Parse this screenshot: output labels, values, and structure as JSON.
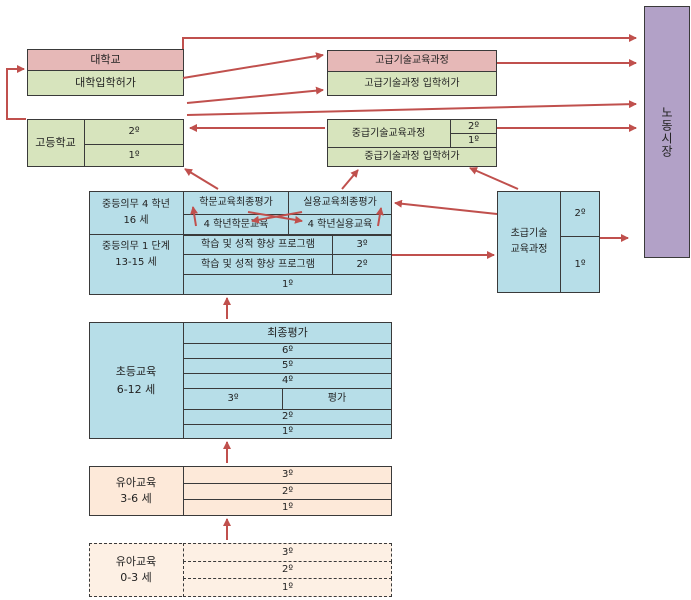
{
  "university": {
    "title": "대학교",
    "admission": "대학입학허가"
  },
  "higher_technical": {
    "title": "고급기술교육과정",
    "admission": "고급기술과정 입학허가"
  },
  "high_school": {
    "title": "고등학교",
    "grade2": "2º",
    "grade1": "1º"
  },
  "mid_technical": {
    "title": "중급기술교육과정",
    "grade2": "2º",
    "grade1": "1º",
    "admission": "중급기술과정 입학허가"
  },
  "labor_market": {
    "title": "노동시장"
  },
  "secondary": {
    "cycle2_label": "중등의무 4 학년",
    "cycle2_age": "16 세",
    "academic_final": "학문교육최종평가",
    "academic_year4": "4 학년학문교육",
    "applied_final": "실용교육최종평가",
    "applied_year4": "4 학년실용교육",
    "cycle1_label": "중등의무 1 단계",
    "cycle1_age": "13-15 세",
    "program_row1": "학습 및 성적 향상 프로그램",
    "program_grade3": "3º",
    "program_row2": "학습 및 성적 향상 프로그램",
    "program_grade2": "2º",
    "grade1": "1º"
  },
  "basic_technical": {
    "title_line1": "초급기술",
    "title_line2": "교육과정",
    "grade2": "2º",
    "grade1": "1º"
  },
  "primary": {
    "title": "초등교육",
    "age": "6-12 세",
    "final": "최종평가",
    "grade6": "6º",
    "grade5": "5º",
    "grade4": "4º",
    "grade3": "3º",
    "evaluation": "평가",
    "grade2": "2º",
    "grade1": "1º"
  },
  "infant": {
    "title": "유아교육",
    "age": "3-6 세",
    "grade3": "3º",
    "grade2": "2º",
    "grade1": "1º"
  },
  "early_infant": {
    "title": "유아교육",
    "age": "0-3 세",
    "grade3": "3º",
    "grade2": "2º",
    "grade1": "1º"
  },
  "colors": {
    "arrow": "#c0504d",
    "pink": "#e6b8b7",
    "green": "#d7e4bd",
    "blue": "#b7dee8",
    "peach": "#fde9d9",
    "purple": "#b2a1c7"
  }
}
